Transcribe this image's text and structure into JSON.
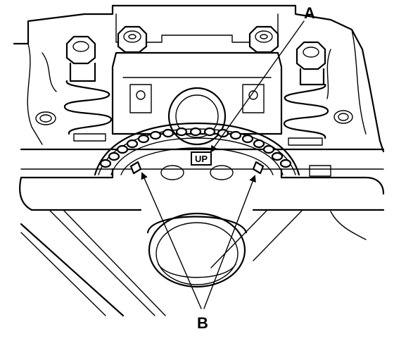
{
  "labels": {
    "callout_a": "A",
    "callout_b": "B",
    "up_mark": "UP"
  },
  "colors": {
    "ink": "#000000",
    "paper": "#ffffff"
  }
}
